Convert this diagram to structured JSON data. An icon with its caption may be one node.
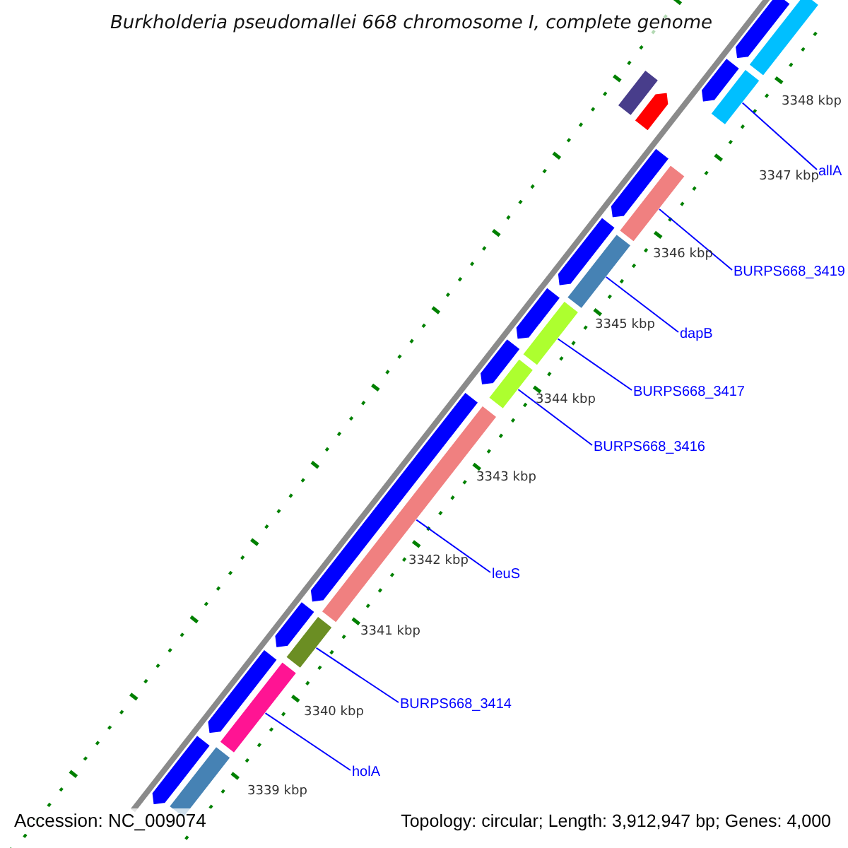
{
  "diagram": {
    "title": "Burkholderia pseudomallei 668 chromosome I, complete genome",
    "nodes": [
      {
        "text": [
          "allA"
        ]
      },
      {
        "text": [],
        "shape": "bar"
      },
      {
        "text": [
          "BURPS668_3419"
        ]
      },
      {
        "text": [],
        "shape": "bar"
      },
      {
        "text": [
          "dapB"
        ]
      },
      {
        "text": [],
        "shape": "bar"
      },
      {
        "text": [
          "BURPS668_3417"
        ]
      },
      {
        "text": [],
        "shape": "bar"
      },
      {
        "text": [
          "BURPS668_3416"
        ]
      },
      {
        "text": [],
        "shape": "bar"
      },
      {
        "text": [
          "leuS"
        ]
      },
      {
        "text": [],
        "shape": "bar"
      },
      {
        "text": [
          "BURPS668_3414"
        ]
      },
      {
        "text": [],
        "shape": "bar"
      },
      {
        "text": [
          "holA"
        ]
      },
      {
        "text": [],
        "shape": "bar"
      },
      {
        "text": [],
        "shape": "bar"
      },
      {
        "text": [],
        "shape": "bar"
      },
      {
        "text": [],
        "shape": "arrow"
      },
      {
        "text": [],
        "shape": "arrow"
      },
      {
        "text": [],
        "shape": "arrow"
      },
      {
        "text": [],
        "shape": "arrow"
      },
      {
        "text": [],
        "shape": "arrow"
      },
      {
        "text": [],
        "shape": "arrow"
      },
      {
        "text": [],
        "shape": "arrow"
      },
      {
        "text": [],
        "shape": "arrow"
      },
      {
        "text": [],
        "shape": "arrow"
      },
      {
        "text": [],
        "shape": "arrow"
      },
      {
        "text": [],
        "shape": "bar"
      },
      {
        "text": [],
        "shape": "arrow"
      }
    ],
    "edges": [
      {
        "from": 0,
        "to": 1,
        "arrow": "none"
      },
      {
        "from": 2,
        "to": 3,
        "arrow": "none"
      },
      {
        "from": 4,
        "to": 5,
        "arrow": "none"
      },
      {
        "from": 6,
        "to": 7,
        "arrow": "none"
      },
      {
        "from": 8,
        "to": 9,
        "arrow": "none"
      },
      {
        "from": 10,
        "to": 11,
        "arrow": "none"
      },
      {
        "from": 12,
        "to": 13,
        "arrow": "none"
      },
      {
        "from": 14,
        "to": 15,
        "arrow": "none"
      }
    ],
    "labels": [
      "3348 kbp",
      "3347 kbp",
      "3346 kbp",
      "3345 kbp",
      "3344 kbp",
      "3343 kbp",
      "3342 kbp",
      "3341 kbp",
      "3340 kbp",
      "3339 kbp",
      "Accession: NC_009074",
      "Topology: circular; Length: 3,912,947 bp; Genes: 4,000"
    ]
  }
}
